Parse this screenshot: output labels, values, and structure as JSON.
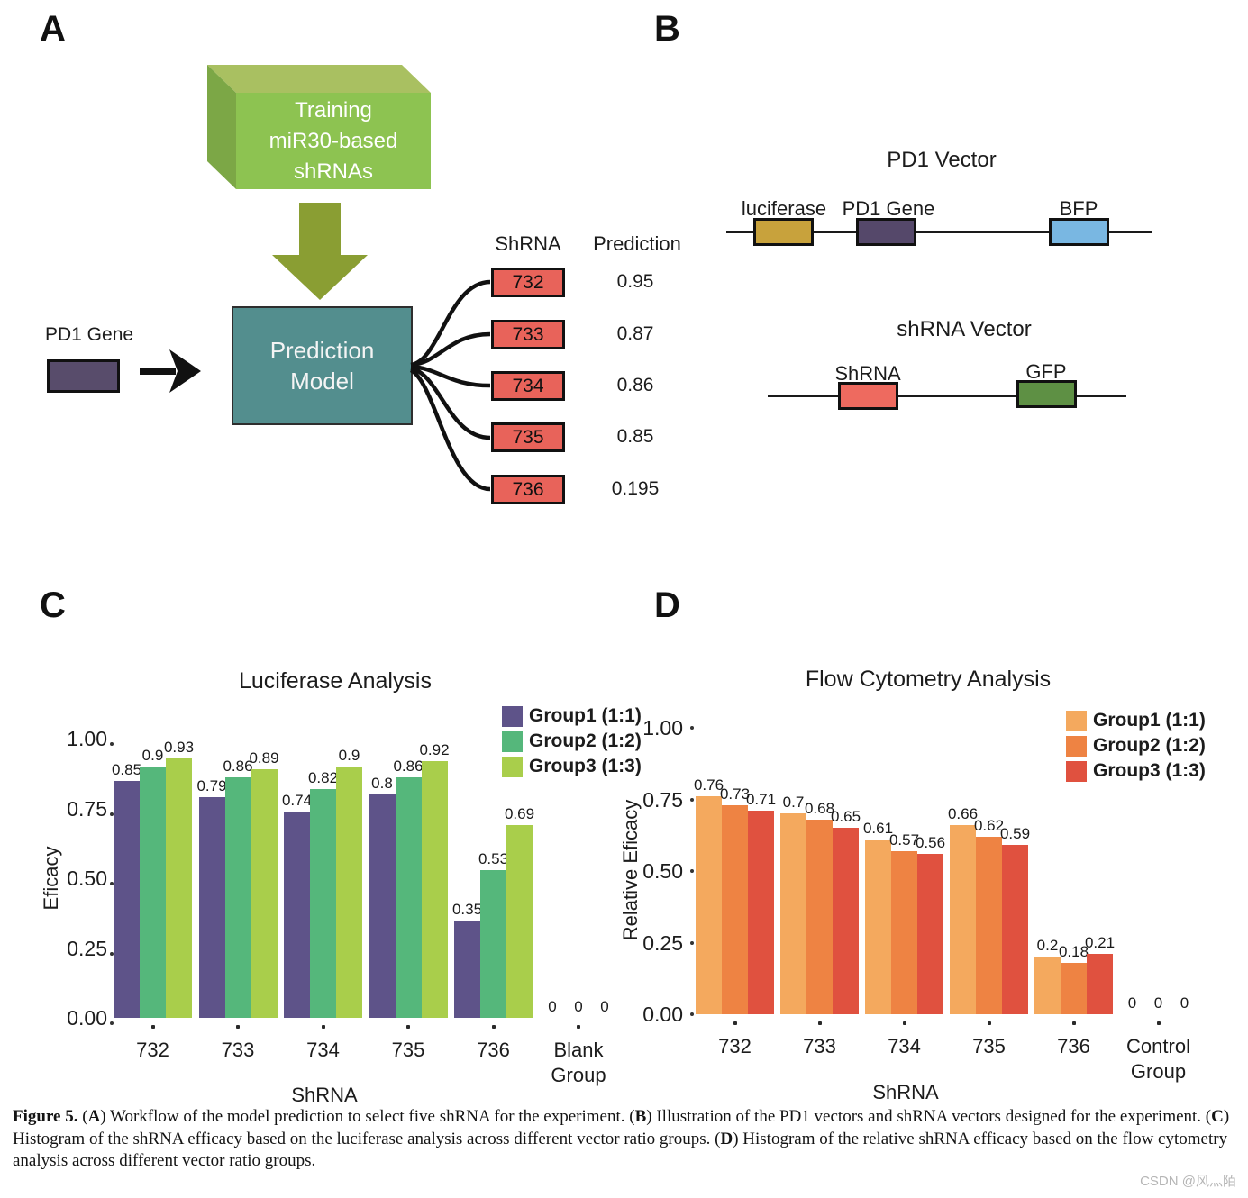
{
  "panelA": {
    "label": "A",
    "training_box_lines": [
      "Training",
      "miR30-based",
      "shRNAs"
    ],
    "prediction_model_lines": [
      "Prediction",
      "Model"
    ],
    "pd1_gene_label": "PD1 Gene",
    "colors": {
      "training_front": "#8dc351",
      "training_top": "#a9c061",
      "training_side": "#7ca746",
      "down_arrow": "#8a9e33",
      "model_box": "#538e8e",
      "pd1_box": "#584c6b",
      "shrna_box": "#e8635a"
    },
    "table": {
      "shrna_header": "ShRNA",
      "prediction_header": "Prediction",
      "rows": [
        {
          "shrna": "732",
          "prediction": "0.95"
        },
        {
          "shrna": "733",
          "prediction": "0.87"
        },
        {
          "shrna": "734",
          "prediction": "0.86"
        },
        {
          "shrna": "735",
          "prediction": "0.85"
        },
        {
          "shrna": "736",
          "prediction": "0.195"
        }
      ]
    }
  },
  "panelB": {
    "label": "B",
    "pd1_vector": {
      "title": "PD1 Vector",
      "elements": [
        {
          "label": "luciferase",
          "color": "#c8a23c"
        },
        {
          "label": "PD1 Gene",
          "color": "#55486a"
        },
        {
          "label": "BFP",
          "color": "#79b7e2"
        }
      ]
    },
    "shrna_vector": {
      "title": "shRNA Vector",
      "elements": [
        {
          "label": "ShRNA",
          "color": "#ee6a5f"
        },
        {
          "label": "GFP",
          "color": "#5e9044"
        }
      ]
    }
  },
  "panelC": {
    "label": "C"
  },
  "panelD": {
    "label": "D"
  },
  "chart_data": [
    {
      "type": "bar",
      "title": "Luciferase Analysis",
      "xlabel": "ShRNA",
      "ylabel": "Eficacy",
      "categories": [
        "732",
        "733",
        "734",
        "735",
        "736",
        "Blank Group"
      ],
      "series": [
        {
          "name": "Group1 (1:1)",
          "color": "#5e5389",
          "values": [
            0.85,
            0.79,
            0.74,
            0.8,
            0.35,
            0
          ]
        },
        {
          "name": "Group2 (1:2)",
          "color": "#55b77b",
          "values": [
            0.9,
            0.86,
            0.82,
            0.86,
            0.53,
            0
          ]
        },
        {
          "name": "Group3 (1:3)",
          "color": "#a9ce4b",
          "values": [
            0.93,
            0.89,
            0.9,
            0.92,
            0.69,
            0
          ]
        }
      ],
      "ylim": [
        0,
        1
      ],
      "yticks": [
        0,
        0.25,
        0.5,
        0.75,
        1
      ],
      "ytick_labels": [
        "0.00",
        "0.25",
        "0.50",
        "0.75",
        "1.00"
      ],
      "legend_position": "top-right",
      "grid": false
    },
    {
      "type": "bar",
      "title": "Flow Cytometry Analysis",
      "xlabel": "ShRNA",
      "ylabel": "Relative Eficacy",
      "categories": [
        "732",
        "733",
        "734",
        "735",
        "736",
        "Control Group"
      ],
      "series": [
        {
          "name": "Group1 (1:1)",
          "color": "#f4a95e",
          "values": [
            0.76,
            0.7,
            0.61,
            0.66,
            0.2,
            0
          ]
        },
        {
          "name": "Group2 (1:2)",
          "color": "#ee8343",
          "values": [
            0.73,
            0.68,
            0.57,
            0.62,
            0.18,
            0
          ]
        },
        {
          "name": "Group3 (1:3)",
          "color": "#e0513f",
          "values": [
            0.71,
            0.65,
            0.56,
            0.59,
            0.21,
            0
          ]
        }
      ],
      "ylim": [
        0,
        1
      ],
      "yticks": [
        0,
        0.25,
        0.5,
        0.75,
        1
      ],
      "ytick_labels": [
        "0.00",
        "0.25",
        "0.50",
        "0.75",
        "1.00"
      ],
      "legend_position": "top-right",
      "grid": false
    }
  ],
  "caption": {
    "segments": [
      {
        "text": "Figure 5.",
        "bold": true
      },
      {
        "text": " (",
        "bold": false
      },
      {
        "text": "A",
        "bold": true
      },
      {
        "text": ") Workflow of the model prediction to select five shRNA for the experiment. (",
        "bold": false
      },
      {
        "text": "B",
        "bold": true
      },
      {
        "text": ") Illustration of the PD1 vectors and shRNA vectors designed for the experiment. (",
        "bold": false
      },
      {
        "text": "C",
        "bold": true
      },
      {
        "text": ") Histogram of the shRNA efficacy based on the luciferase analysis across different vector ratio groups. (",
        "bold": false
      },
      {
        "text": "D",
        "bold": true
      },
      {
        "text": ") Histogram of the relative shRNA efficacy based on the flow cytometry analysis across different vector ratio groups.",
        "bold": false
      }
    ]
  },
  "watermark": "CSDN @风灬陌"
}
